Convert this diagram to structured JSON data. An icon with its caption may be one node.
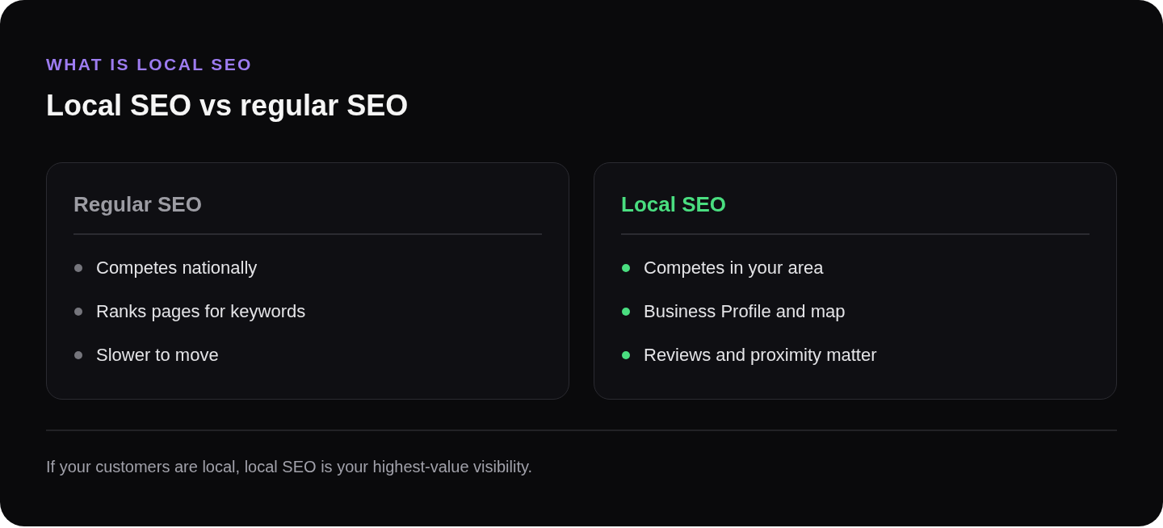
{
  "diagram": {
    "title": "Local SEO vs regular SEO",
    "caption": "If your customers are local, local SEO is your highest-value visibility.",
    "nodes": [
      {
        "text": [
          "Regular SEO",
          "Competes nationally",
          "Ranks pages for keywords",
          "Slower to move"
        ]
      },
      {
        "text": [
          "Local SEO",
          "Competes in your area",
          "Business Profile and map",
          "Reviews and proximity matter"
        ]
      }
    ],
    "edges": [],
    "labels": [
      "WHAT IS LOCAL SEO"
    ]
  }
}
